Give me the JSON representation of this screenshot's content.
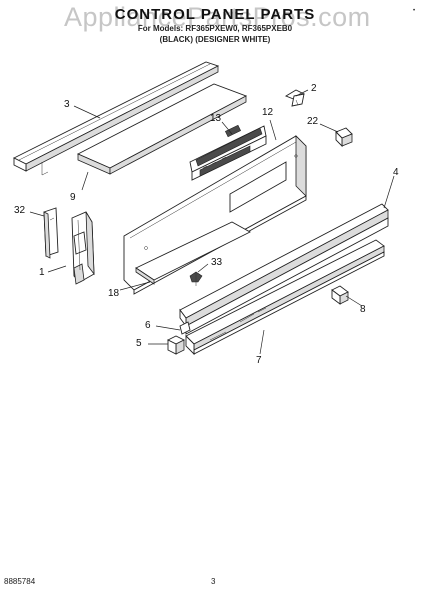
{
  "header": {
    "watermark": "AppliancePartsPros.com",
    "title": "CONTROL PANEL PARTS",
    "subtitle_line1": "For Models: RF365PXEW0, RF365PXEB0",
    "subtitle_line2": "(BLACK) (DESIGNER WHITE)"
  },
  "callouts": {
    "c1": "1",
    "c2": "2",
    "c3": "3",
    "c4": "4",
    "c5": "5",
    "c6": "6",
    "c7": "7",
    "c8": "8",
    "c9": "9",
    "c12": "12",
    "c13": "13",
    "c18": "18",
    "c22": "22",
    "c32": "32",
    "c33": "33"
  },
  "footer": {
    "figure_number": "8885784",
    "page_number": "3",
    "corner_mark": "•"
  }
}
